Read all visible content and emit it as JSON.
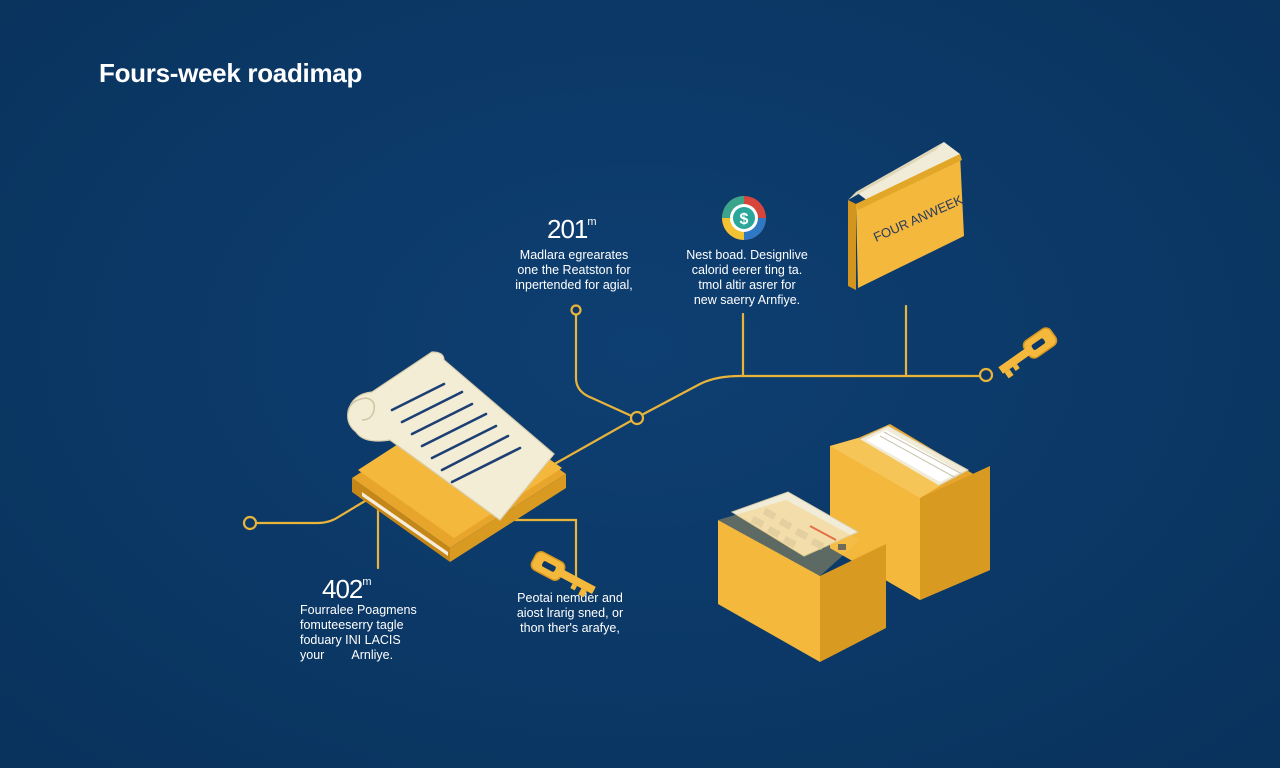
{
  "title": "Fours-week roadimap",
  "milestones": [
    {
      "year": "201",
      "year_suffix": "m",
      "lines": [
        "Madlara egrearates",
        "one the Reatston for",
        "inpertended for agial,"
      ]
    },
    {
      "lines": [
        "Nest boad. Designlive",
        "calorid eerer ting ta.",
        "tmol altir asrer for",
        "new saerry Arnfiye."
      ]
    },
    {
      "year": "402",
      "year_suffix": "m",
      "lines": [
        "Fourralee Poagmens",
        "fomuteeserry tagle",
        "foduary INI LACIS",
        "your        Arnliye."
      ]
    },
    {
      "lines": [
        "Peotai nemder and",
        "aiost lrarig sned, or",
        "thon ther's arafye,"
      ]
    }
  ],
  "book_spine_text": "FOUR ANWEEK",
  "coin_symbol": "$",
  "colors": {
    "background": "#0b3866",
    "line": "#e9b43a",
    "folder": "#f3b83c",
    "folder_dark": "#d99a22",
    "paper": "#f4edd6",
    "paper_lines": "#1c3f74"
  }
}
